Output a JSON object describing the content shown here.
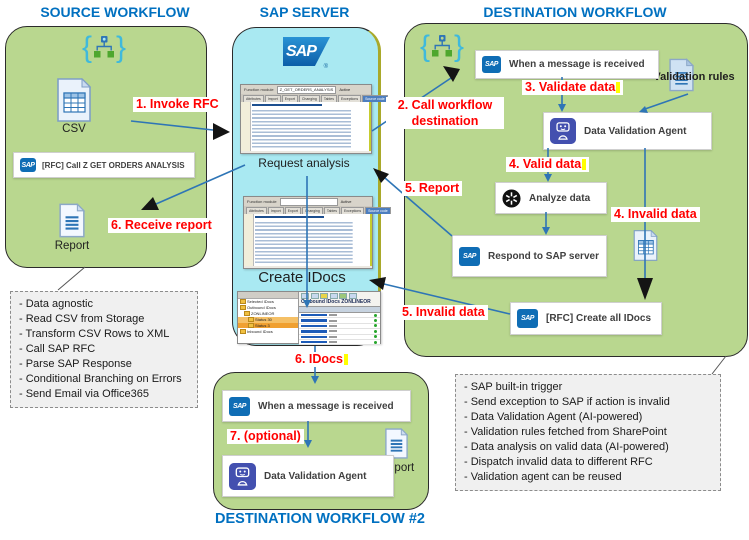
{
  "titles": {
    "source": "SOURCE WORKFLOW",
    "sap_server": "SAP SERVER",
    "destination": "DESTINATION WORKFLOW",
    "destination2": "DESTINATION WORKFLOW #2"
  },
  "labels": {
    "invoke_rfc": "1. Invoke RFC",
    "call_workflow_destination": "2. Call workflow destination",
    "validate_data": "3. Validate data",
    "valid_data": "4. Valid data",
    "invalid_data": "4. Invalid data",
    "report": "5. Report",
    "invalid_data_5": "5. Invalid data",
    "receive_report": "6. Receive report",
    "idocs": "6. IDocs",
    "optional": "7. (optional)"
  },
  "source": {
    "csv_label": "CSV",
    "rfc_action": "[RFC] Call Z GET ORDERS ANALYSIS",
    "report_label": "Report",
    "notes": [
      "- Data agnostic",
      "- Read CSV from Storage",
      "- Transform CSV Rows to XML",
      "- Call SAP RFC",
      "- Parse SAP Response",
      "- Conditional Branching on Errors",
      "- Send Email via Office365"
    ]
  },
  "server": {
    "logo": "SAP",
    "logo_reg": "®",
    "request_analysis": "Request analysis",
    "create_idocs": "Create IDocs",
    "editor1": {
      "field_label": "Function module",
      "name": "Z_GET_ORDERS_ANALYSIS",
      "status": "Active",
      "tabs": [
        "Attributes",
        "Import",
        "Export",
        "Changing",
        "Tables",
        "Exceptions",
        "Source code"
      ]
    },
    "editor2": {
      "field_label": "Function module",
      "status": "Active"
    },
    "idocs_screen": {
      "title": "Outbound IDocs  ZONLINEOR",
      "tree": [
        "Selected IDocs",
        "Outbound IDocs",
        "ZONLINEOR",
        "Status 30",
        "Status 3",
        "Inbound IDocs"
      ]
    }
  },
  "destination": {
    "trigger": "When a message is received",
    "validation_rules": "Validation rules",
    "dva": "Data Validation Agent",
    "analyze": "Analyze data",
    "respond": "Respond to SAP server",
    "rfc_create": "[RFC] Create all IDocs",
    "notes": [
      "- SAP built-in trigger",
      "- Send exception to SAP if action is invalid",
      "- Data Validation Agent (AI-powered)",
      "- Validation rules fetched from SharePoint",
      "- Data analysis on valid data (AI-powered)",
      "- Dispatch invalid data to different RFC",
      "- Validation agent can be reused"
    ]
  },
  "wf2": {
    "trigger": "When a message is received",
    "dva": "Data Validation Agent",
    "report_label": "Report"
  },
  "colors": {
    "title_blue": "#0070c0",
    "label_red": "#ff0000",
    "green_fill": "#b9d78f",
    "cyan_fill": "#a9e9f2",
    "sap_blue": "#0f6db5",
    "robot_indigo": "#4350af",
    "arrow_blue": "#2e75b6"
  }
}
